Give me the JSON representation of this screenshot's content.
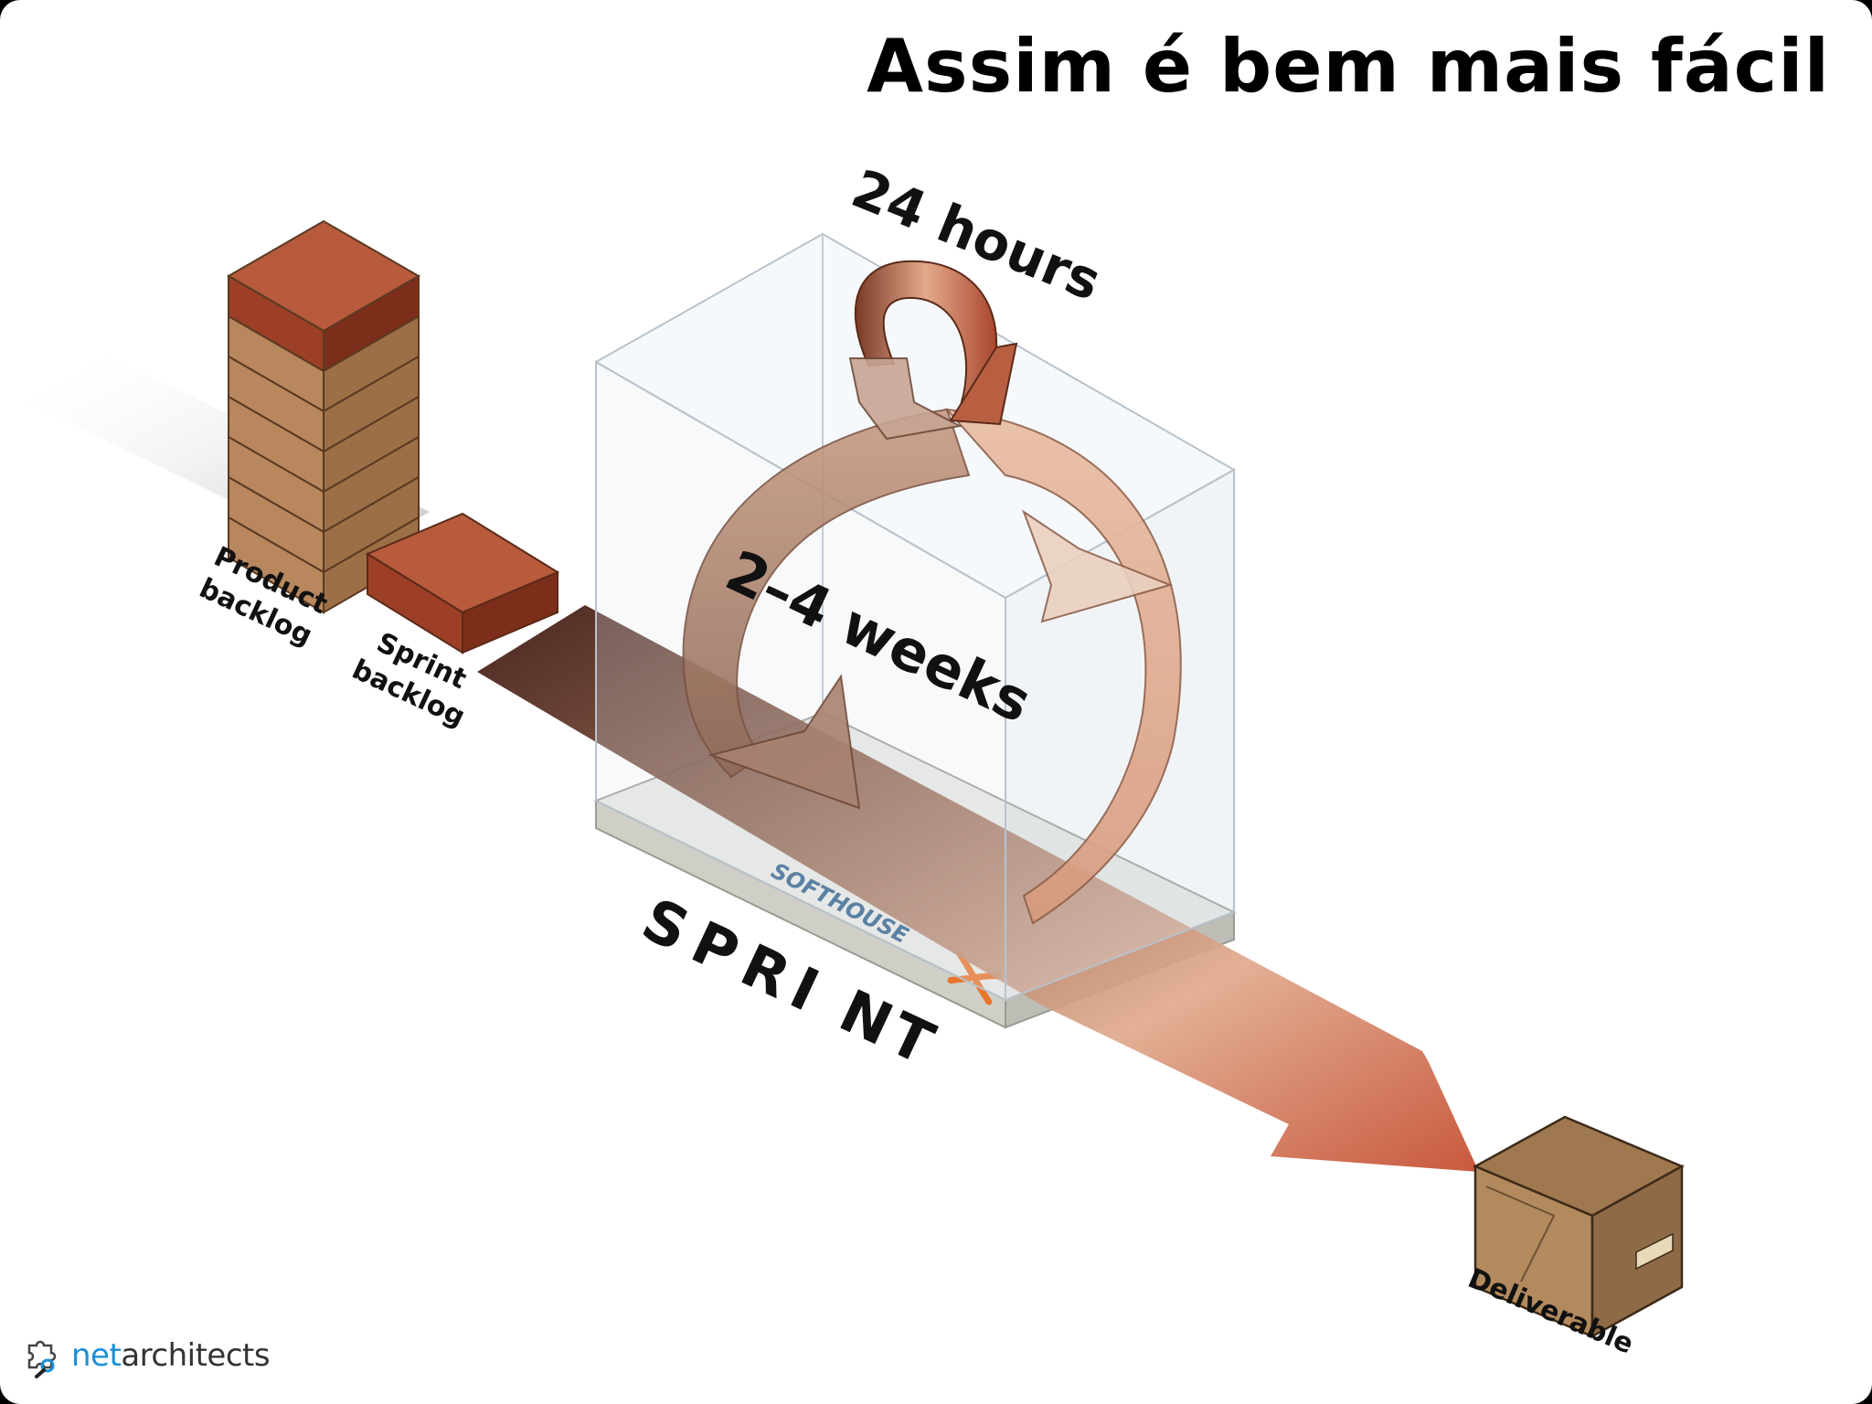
{
  "slide": {
    "title": "Assim é bem mais fácil"
  },
  "diagram": {
    "product_backlog": [
      "Product",
      "backlog"
    ],
    "sprint_backlog": [
      "Sprint",
      "backlog"
    ],
    "daily_cycle": "24 hours",
    "sprint_cycle": "2–4 weeks",
    "sprint_word": [
      "S",
      "P",
      "R",
      "I",
      "N",
      "T"
    ],
    "platform_brand": "SOFTHOUSE",
    "deliverable": "Deliverable"
  },
  "logo": {
    "prefix": "net",
    "suffix": "architects"
  },
  "colors": {
    "brick": "#a0452c",
    "brick_top": "#b85a3c",
    "block": "#b8875d",
    "cycle": "#e8b59a",
    "box": "#b08a62"
  },
  "icons": {
    "logo_mark": "puzzle-icon"
  }
}
